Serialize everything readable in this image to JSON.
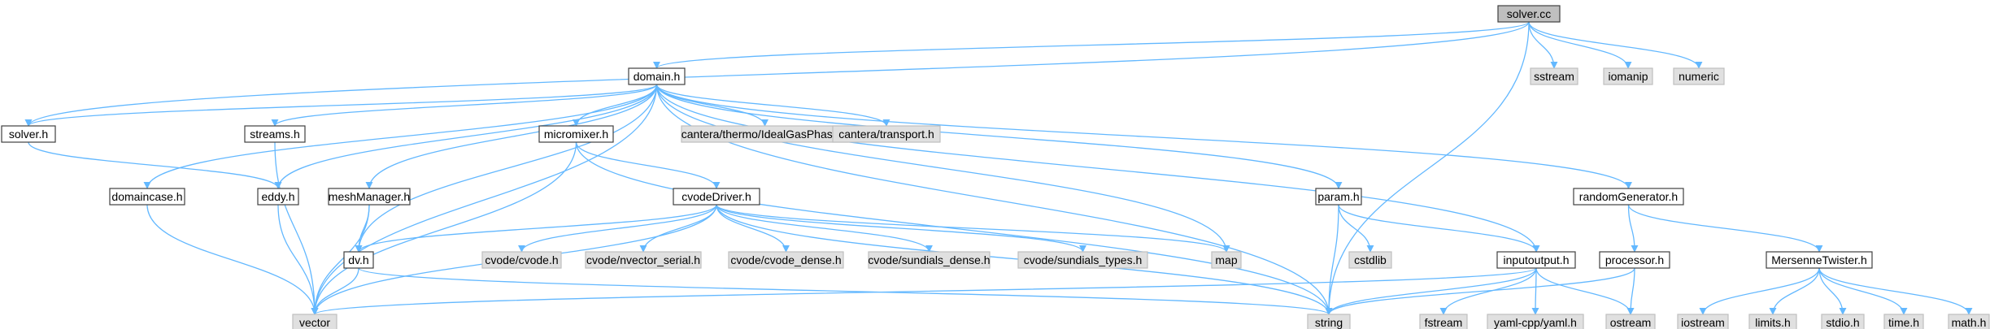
{
  "colors": {
    "edge": "#63b8ff",
    "root_fill": "#bfbfbf",
    "system_header_fill": "#e0e0e0",
    "project_header_fill": "#ffffff"
  },
  "nodes": {
    "solver_cc": "solver.cc",
    "domain_h": "domain.h",
    "sstream": "sstream",
    "iomanip": "iomanip",
    "numeric": "numeric",
    "solver_h": "solver.h",
    "streams_h": "streams.h",
    "micromixer_h": "micromixer.h",
    "idealgasphase": "cantera/thermo/IdealGasPhase.h",
    "transport": "cantera/transport.h",
    "param_h": "param.h",
    "randomgenerator_h": "randomGenerator.h",
    "domaincase_h": "domaincase.h",
    "eddy_h": "eddy.h",
    "meshmanager_h": "meshManager.h",
    "cvodedriver_h": "cvodeDriver.h",
    "cstdlib": "cstdlib",
    "inputoutput_h": "inputoutput.h",
    "processor_h": "processor.h",
    "mersennetwister_h": "MersenneTwister.h",
    "dv_h": "dv.h",
    "cvode_h": "cvode/cvode.h",
    "nvector_serial": "cvode/nvector_serial.h",
    "cvode_dense": "cvode/cvode_dense.h",
    "sundials_dense": "cvode/sundials_dense.h",
    "sundials_types": "cvode/sundials_types.h",
    "map": "map",
    "vector": "vector",
    "string": "string",
    "fstream": "fstream",
    "yaml": "yaml-cpp/yaml.h",
    "ostream": "ostream",
    "iostream": "iostream",
    "limits_h": "limits.h",
    "stdio_h": "stdio.h",
    "time_h": "time.h",
    "math_h": "math.h"
  }
}
